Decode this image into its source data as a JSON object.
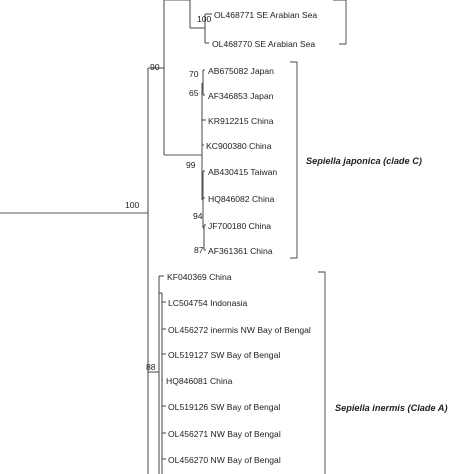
{
  "figure": {
    "leaves": [
      {
        "accession": "OL468771",
        "location": "SE Arabian Sea"
      },
      {
        "accession": "OL468770",
        "location": "SE Arabian Sea"
      },
      {
        "accession": "AB675082",
        "location": "Japan"
      },
      {
        "accession": "AF346853",
        "location": "Japan"
      },
      {
        "accession": "KR912215",
        "location": "China"
      },
      {
        "accession": "KC900380",
        "location": "China"
      },
      {
        "accession": "AB430415",
        "location": "Taiwan"
      },
      {
        "accession": "HQ846082",
        "location": "China"
      },
      {
        "accession": "JF700180",
        "location": "China"
      },
      {
        "accession": "AF361361",
        "location": "China"
      },
      {
        "accession": "KF040369",
        "location": "China"
      },
      {
        "accession": "LC504754",
        "location": "Indonasia"
      },
      {
        "accession": "OL456272",
        "location": "inermis NW Bay of Bengal"
      },
      {
        "accession": "OL519127",
        "location": "SW Bay of Bengal"
      },
      {
        "accession": "HQ846081",
        "location": "China"
      },
      {
        "accession": "OL519126",
        "location": "SW Bay of Bengal"
      },
      {
        "accession": "OL456271",
        "location": "NW Bay of Bengal"
      },
      {
        "accession": "OL456270",
        "location": "NW Bay of Bengal"
      }
    ],
    "support_values": [
      "100",
      "90",
      "70",
      "65",
      "99",
      "94",
      "87",
      "100",
      "88"
    ],
    "clades": [
      {
        "label": "Sepiella japonica (clade C)"
      },
      {
        "label": "Sepiella inermis (Clade A)"
      }
    ]
  }
}
